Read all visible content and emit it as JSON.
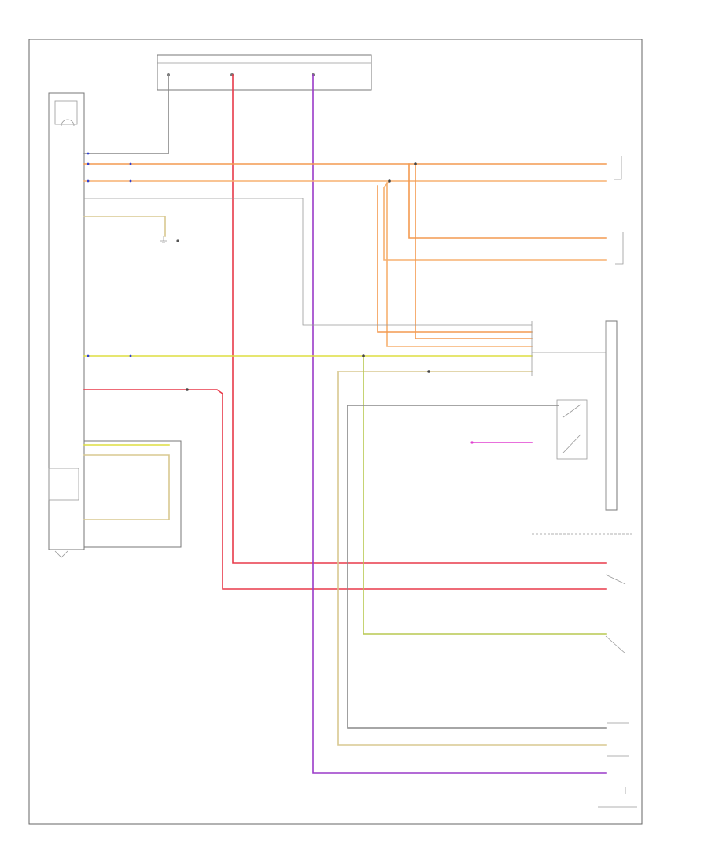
{
  "diagram": {
    "footer_code": "",
    "panel_label": "",
    "colors": {
      "red": "#e83a4a",
      "orange": "#f39a50",
      "light_orange": "#f7b070",
      "purple": "#9a3ac8",
      "magenta": "#e040d0",
      "yellow": "#dede40",
      "tan": "#d8c890",
      "green_yellow": "#b8c850",
      "gray": "#888888",
      "blue": "#3040d0",
      "frame": "#666666"
    },
    "components": [
      {
        "id": "fuse-box",
        "icon": "fuse-icon"
      },
      {
        "id": "transmission-control-module",
        "icon": "connector-icon"
      },
      {
        "id": "brake-light-switch",
        "icon": "switch-icon"
      },
      {
        "id": "transfer-case-position-switch",
        "icon": "switch-icon"
      },
      {
        "id": "pressure-sensor",
        "icon": "sensor-icon"
      },
      {
        "id": "ground-point",
        "icon": "ground-icon"
      },
      {
        "id": "fuel-level-sender",
        "icon": "sensor-icon"
      }
    ]
  }
}
